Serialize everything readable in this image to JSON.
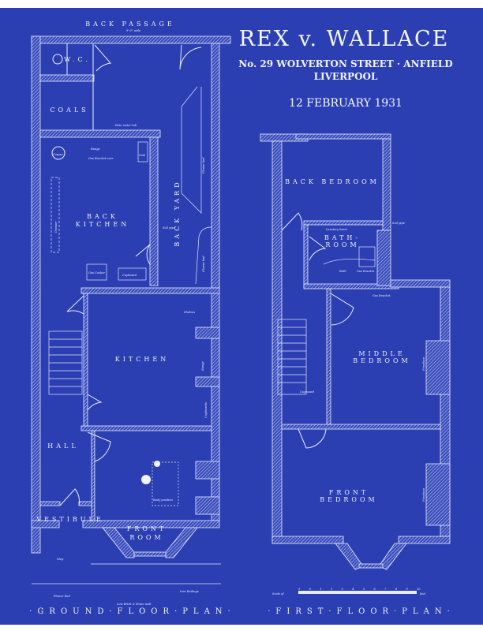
{
  "title": {
    "main": "REX v. WALLACE",
    "address": "No. 29 WOLVERTON STREET · ANFIELD",
    "city": "LIVERPOOL",
    "date": "12 FEBRUARY 1931"
  },
  "ground_floor": {
    "plan_label": "·GROUND·FLOOR·PLAN·",
    "rooms": {
      "back_passage": "BACK PASSAGE",
      "passage_width": "9'-0\" wide",
      "wc": "W.C.",
      "coals": "COALS",
      "back_kitchen_1": "BACK",
      "back_kitchen_2": "KITCHEN",
      "back_yard": "BACK YARD",
      "kitchen": "KITCHEN",
      "hall": "HALL",
      "vestibule": "VESTIBULE",
      "front_room_1": "FRONT",
      "front_room_2": "ROOM"
    },
    "annotations": {
      "copper": "Copper",
      "range": "Range",
      "gas_bracket": "Gas Bracket over",
      "sink": "Sink",
      "rain_water": "Rain water tub",
      "dresser": "Dresser",
      "gas_cooker": "Gas Cooker",
      "cupboard": "Cupboard",
      "soil_pipe": "Soil pipe",
      "flower_bed": "Flower bed",
      "flower_bed_2": "Flower bed",
      "shelves": "Shelves",
      "range_2": "Range",
      "cupboards": "Cupboards",
      "body": "Body position",
      "step": "Step",
      "flower_bed_front": "Flower Bed",
      "railings": "Iron Railings",
      "low_wall": "Low Brick & Stone wall"
    }
  },
  "first_floor": {
    "plan_label": "·FIRST·FLOOR·PLAN·",
    "rooms": {
      "back_bedroom": "BACK BEDROOM",
      "bathroom_1": "BATH-",
      "bathroom_2": "ROOM",
      "middle_bedroom_1": "MIDDLE",
      "middle_bedroom_2": "BEDROOM",
      "front_bedroom_1": "FRONT",
      "front_bedroom_2": "BEDROOM"
    },
    "annotations": {
      "lavatory": "Lavatory basin",
      "bath": "Bath",
      "gas_bracket": "Gas Bracket",
      "gas_bracket_2": "Gas Bracket",
      "soil_pipe": "Soil pipe",
      "fireplace_1": "Fireplace",
      "fireplace_2": "Fireplace",
      "cupboard": "Cupboard"
    },
    "scale": {
      "label": "Scale of",
      "unit": "feet",
      "ticks": [
        "1",
        "0",
        "1",
        "2",
        "3",
        "4",
        "5",
        "6",
        "7",
        "8",
        "9",
        "10"
      ]
    }
  },
  "colors": {
    "background": "#2c3fb2",
    "lines": "#e8ecff"
  }
}
